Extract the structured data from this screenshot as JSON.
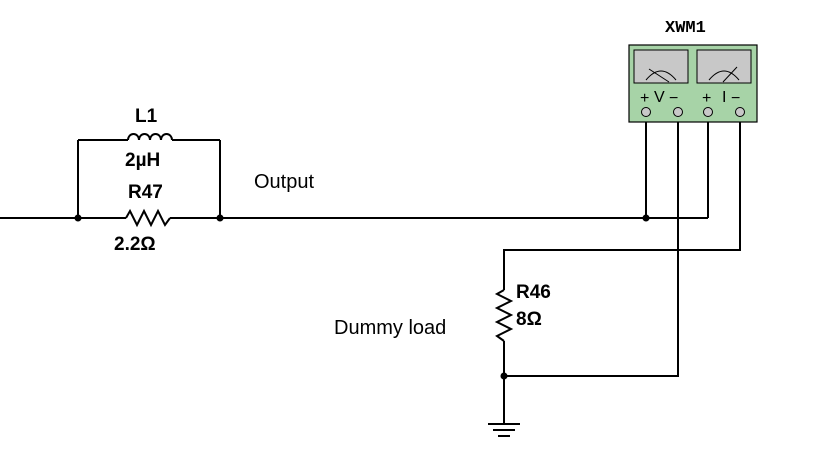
{
  "components": {
    "inductor": {
      "ref": "L1",
      "value": "2µH"
    },
    "series_resistor": {
      "ref": "R47",
      "value": "2.2Ω"
    },
    "load_resistor": {
      "ref": "R46",
      "value": "8Ω"
    },
    "wattmeter": {
      "ref": "XWM1",
      "voltage_plus": "+",
      "voltage_label": "V",
      "voltage_minus": "−",
      "current_plus": "+",
      "current_label": "I",
      "current_minus": "−",
      "panel_color": "#A7D3A7",
      "screen_color": "#C8C8C8"
    }
  },
  "labels": {
    "output": "Output",
    "dummy_load": "Dummy load"
  },
  "colors": {
    "wire": "#000000"
  }
}
